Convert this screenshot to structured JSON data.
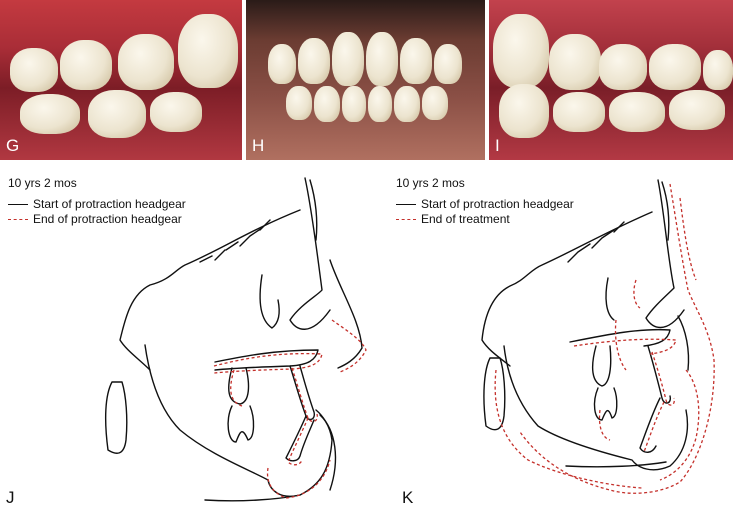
{
  "photos": [
    {
      "letter": "G"
    },
    {
      "letter": "H"
    },
    {
      "letter": "I"
    }
  ],
  "panel_j": {
    "letter": "J",
    "legend_title": "10 yrs 2 mos",
    "legend_items": [
      {
        "label": "Start of protraction headgear",
        "style": "solid",
        "color": "#111111"
      },
      {
        "label": "End of protraction headgear",
        "style": "dashed",
        "color": "#c4302b"
      }
    ]
  },
  "panel_k": {
    "letter": "K",
    "legend_title": "10 yrs 2 mos",
    "legend_items": [
      {
        "label": "Start of protraction headgear",
        "style": "solid",
        "color": "#111111"
      },
      {
        "label": "End of treatment",
        "style": "dashed",
        "color": "#c4302b"
      }
    ]
  }
}
